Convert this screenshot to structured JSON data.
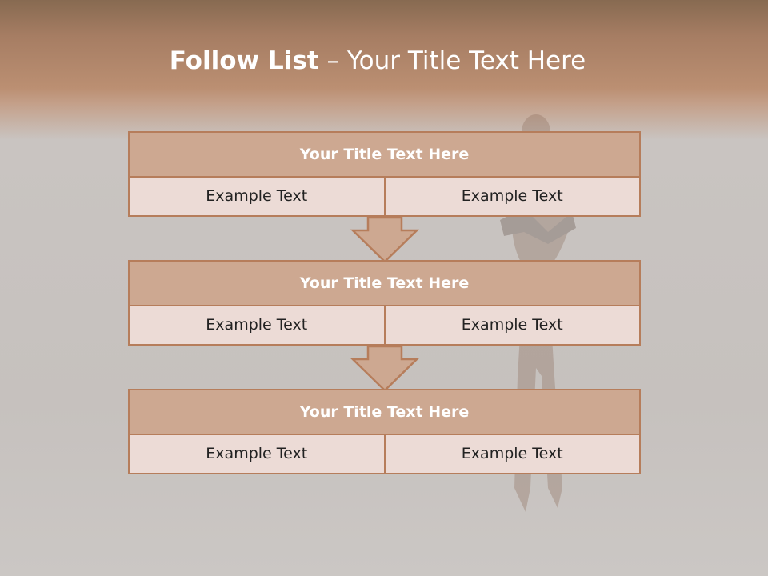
{
  "slide": {
    "title_bold": "Follow List",
    "title_rest": " – Your Title Text Here"
  },
  "blocks": [
    {
      "title": "Your Title Text Here",
      "cells": [
        "Example Text",
        "Example Text"
      ]
    },
    {
      "title": "Your Title Text Here",
      "cells": [
        "Example Text",
        "Example Text"
      ]
    },
    {
      "title": "Your Title Text Here",
      "cells": [
        "Example Text",
        "Example Text"
      ]
    }
  ],
  "colors": {
    "header_band": "#b88b6e",
    "box_fill": "#cda891",
    "box_border": "#b67d5b",
    "cell_fill": "#ecdbd6",
    "background": "#c8c3c0"
  }
}
